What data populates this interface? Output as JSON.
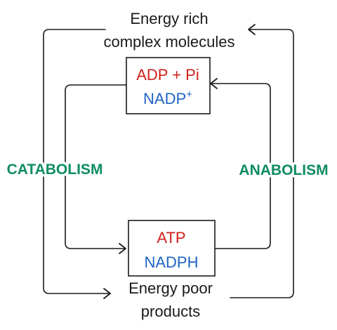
{
  "top_node": {
    "line1": "Energy rich",
    "line2": "complex molecules"
  },
  "bottom_node": {
    "line1": "Energy poor",
    "line2": "products"
  },
  "top_box": {
    "line1": "ADP + Pi",
    "line2_base": "NADP",
    "line2_sup": "+"
  },
  "bottom_box": {
    "line1": "ATP",
    "line2": "NADPH"
  },
  "left_label": "CATABOLISM",
  "right_label": "ANABOLISM",
  "colors": {
    "line": "#1a1a1a",
    "adp_atp_red": "#d0201b",
    "nadp_blue": "#1f63c4",
    "process_green": "#0f8b63"
  }
}
